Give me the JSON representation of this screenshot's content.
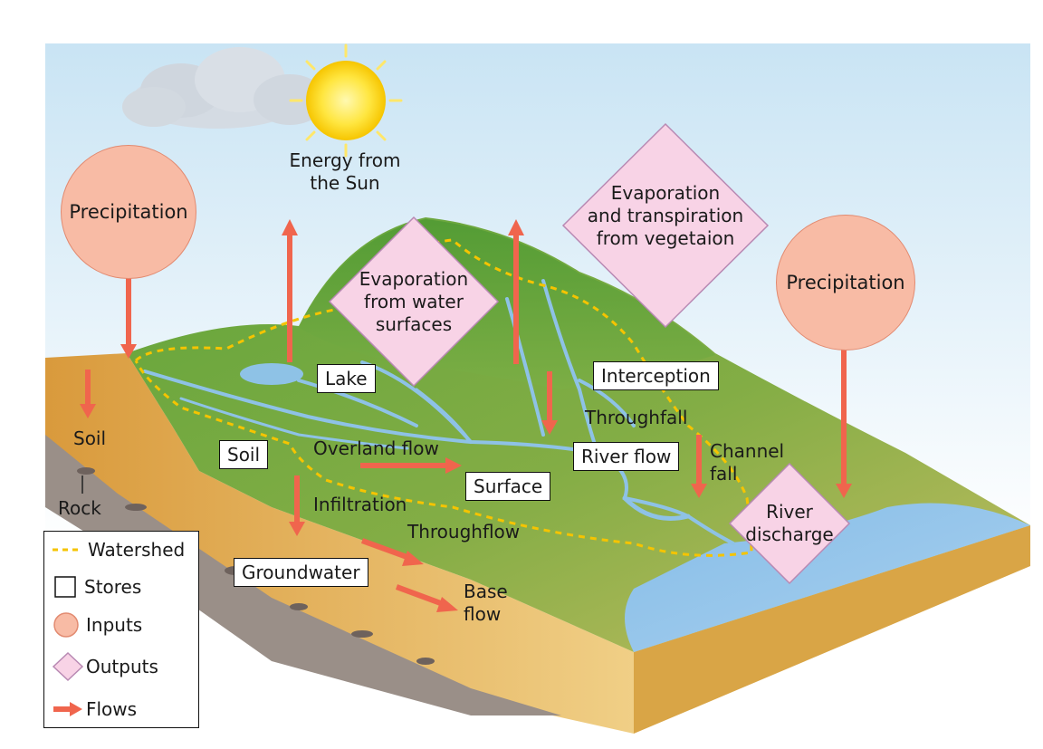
{
  "inputs": {
    "precip_left": "Precipitation",
    "precip_right": "Precipitation",
    "energy": "Energy from\nthe Sun"
  },
  "outputs": {
    "evap_water": "Evaporation\nfrom water\nsurfaces",
    "evap_veg": "Evaporation\nand transpiration\nfrom vegetaion",
    "river_discharge": "River\ndischarge"
  },
  "stores": {
    "lake": "Lake",
    "interception": "Interception",
    "soil": "Soil",
    "river_flow": "River flow",
    "surface": "Surface",
    "groundwater": "Groundwater"
  },
  "flows": {
    "throughfall": "Throughfall",
    "channel_fall": "Channel\nfall",
    "overland_flow": "Overland flow",
    "infiltration": "Infiltration",
    "throughflow": "Throughflow",
    "base_flow": "Base\nflow"
  },
  "layers": {
    "soil": "Soil",
    "rock": "Rock"
  },
  "legend": {
    "watershed": "Watershed",
    "stores": "Stores",
    "inputs": "Inputs",
    "outputs": "Outputs",
    "flows": "Flows"
  },
  "colors": {
    "input_fill": "#f8bba5",
    "output_fill": "#f8d3e6",
    "flow_arrow": "#f0654d",
    "watershed_line": "#f5c400",
    "river": "#8ec2e6"
  }
}
